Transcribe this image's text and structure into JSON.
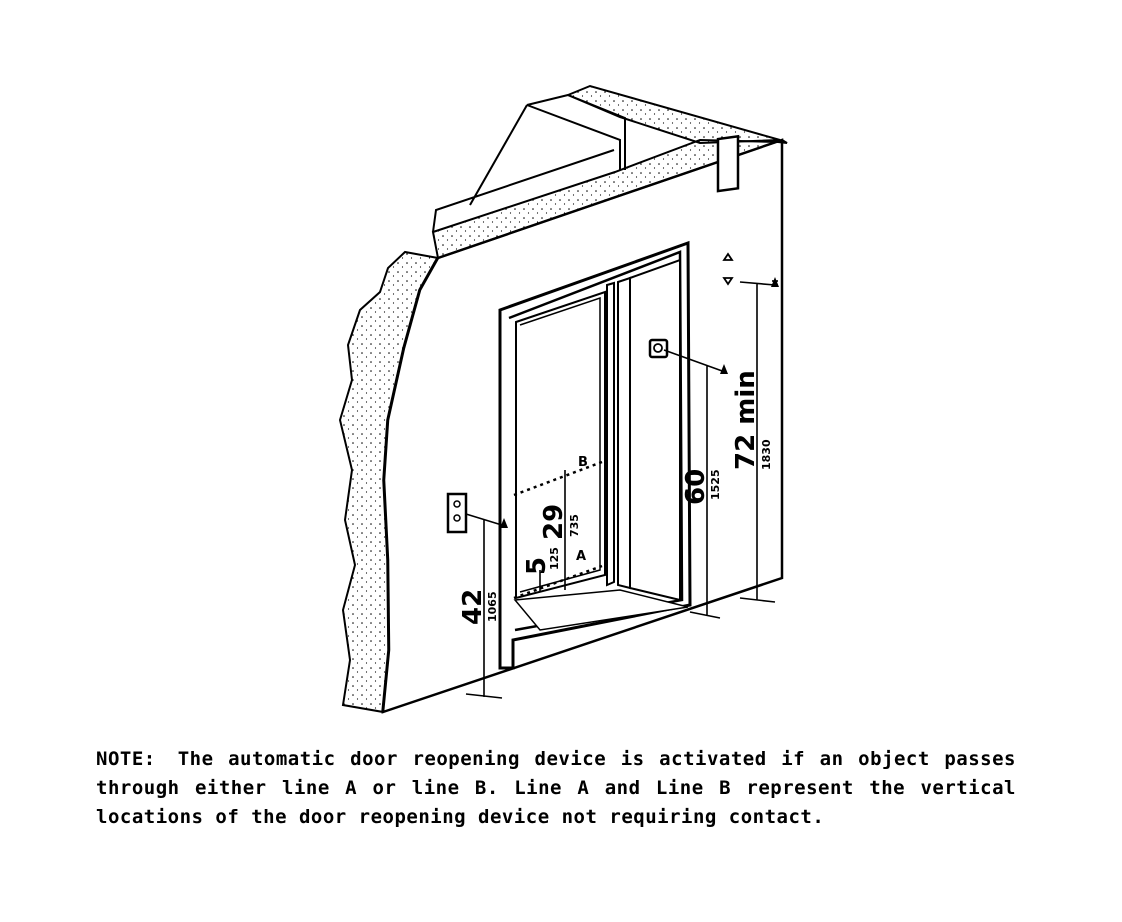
{
  "figure": {
    "dimensions": {
      "car_controls_height": "42",
      "car_controls_height_mm": "1065",
      "hall_call_button_height": "60",
      "hall_call_button_height_mm": "1525",
      "hall_lantern_height": "72 min",
      "hall_lantern_height_mm": "1830",
      "line_a_height": "5",
      "line_a_height_mm": "125",
      "line_b_height": "29",
      "line_b_height_mm": "735"
    },
    "line_labels": {
      "a": "A",
      "b": "B"
    }
  },
  "note": {
    "label": "NOTE:",
    "text": "The automatic door reopening device is activated if an object passes through either line A or line B. Line A and Line B represent the vertical locations of the door reopening device not requiring contact."
  }
}
